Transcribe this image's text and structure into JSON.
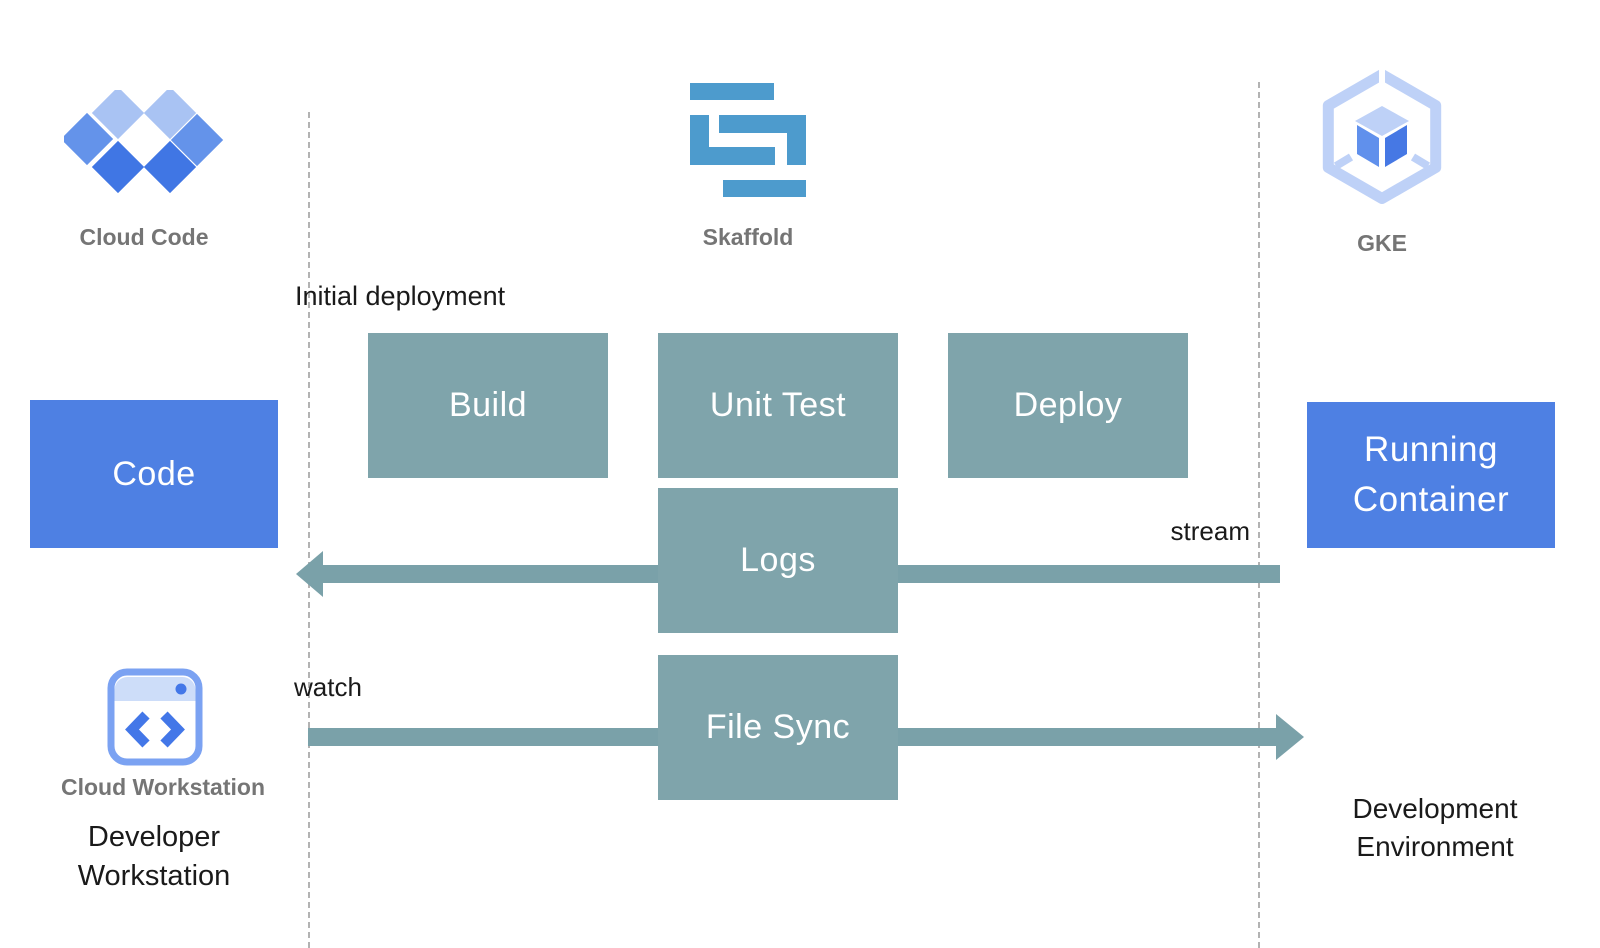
{
  "icons": {
    "cloud_code": {
      "label": "Cloud Code"
    },
    "skaffold": {
      "label": "Skaffold"
    },
    "gke": {
      "label": "GKE"
    },
    "cloud_workstation": {
      "label": "Cloud Workstation"
    }
  },
  "boxes": {
    "code": "Code",
    "build": "Build",
    "unit_test": "Unit Test",
    "deploy": "Deploy",
    "logs": "Logs",
    "file_sync": "File Sync",
    "running_container": {
      "line1": "Running",
      "line2": "Container"
    }
  },
  "annotations": {
    "initial_deployment": "Initial deployment",
    "stream": "stream",
    "watch": "watch",
    "developer_workstation": {
      "line1": "Developer",
      "line2": "Workstation"
    },
    "development_environment": {
      "line1": "Development",
      "line2": "Environment"
    }
  },
  "colors": {
    "box_blue": "#4e80e3",
    "box_teal": "#7fa4ab",
    "arrow_teal": "#7aa1a9",
    "skaffold_blue": "#4d9bcd",
    "label_gray": "#757575",
    "text_black": "#1a1a1a",
    "dashed_gray": "#b3b3b3",
    "diamond_light": "#a9c3f3",
    "diamond_medium": "#6493ea",
    "diamond_dark": "#4076e4",
    "gke_light": "#bed1f7",
    "cube_left": "#6090ec",
    "cube_right": "#4678e4",
    "workstation_frame": "#7ba2f2",
    "workstation_light": "#cdddf9",
    "workstation_blue": "#4377e8"
  }
}
